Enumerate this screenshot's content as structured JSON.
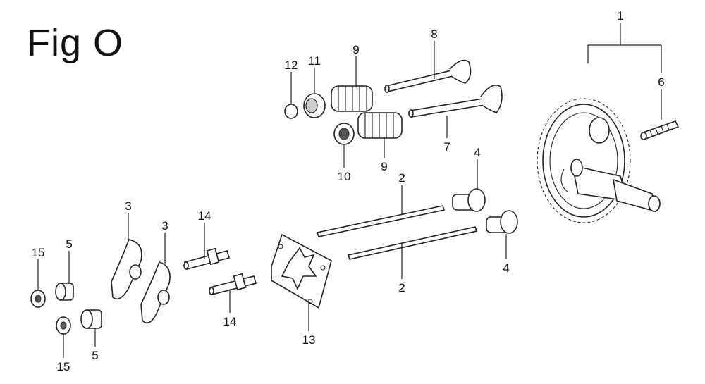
{
  "figure": {
    "title": "Fig O"
  },
  "labels": {
    "n1": "1",
    "n2a": "2",
    "n2b": "2",
    "n3a": "3",
    "n3b": "3",
    "n4a": "4",
    "n4b": "4",
    "n5a": "5",
    "n5b": "5",
    "n6": "6",
    "n7": "7",
    "n8": "8",
    "n9a": "9",
    "n9b": "9",
    "n10": "10",
    "n11": "11",
    "n12": "12",
    "n13": "13",
    "n14a": "14",
    "n14b": "14",
    "n15a": "15",
    "n15b": "15"
  }
}
